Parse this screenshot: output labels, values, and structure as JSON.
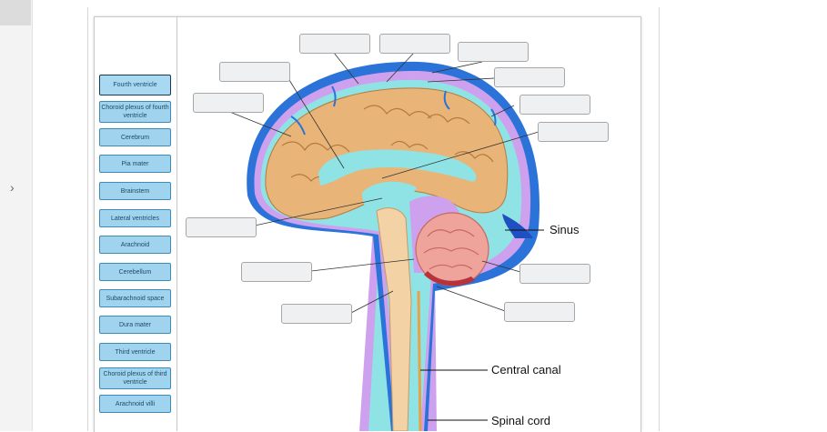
{
  "labels": [
    "Fourth ventricle",
    "Choroid plexus of fourth ventricle",
    "Cerebrum",
    "Pia mater",
    "Brainstem",
    "Lateral ventricles",
    "Arachnoid",
    "Cerebellum",
    "Subarachnoid space",
    "Dura mater",
    "Third ventricle",
    "Choroid plexus of third ventricle",
    "Arachnoid villi"
  ],
  "fixed_labels": {
    "sinus": "Sinus",
    "central_canal": "Central canal",
    "spinal_cord": "Spinal cord"
  },
  "colors": {
    "chip_fill": "#9fd3ee",
    "chip_border": "#3f8bb8",
    "brain": "#e8b477",
    "csf": "#8fe3e5",
    "dura": "#2b73d9",
    "pia": "#cda1ee"
  },
  "icons": {
    "rail": "chevron-right-icon"
  }
}
